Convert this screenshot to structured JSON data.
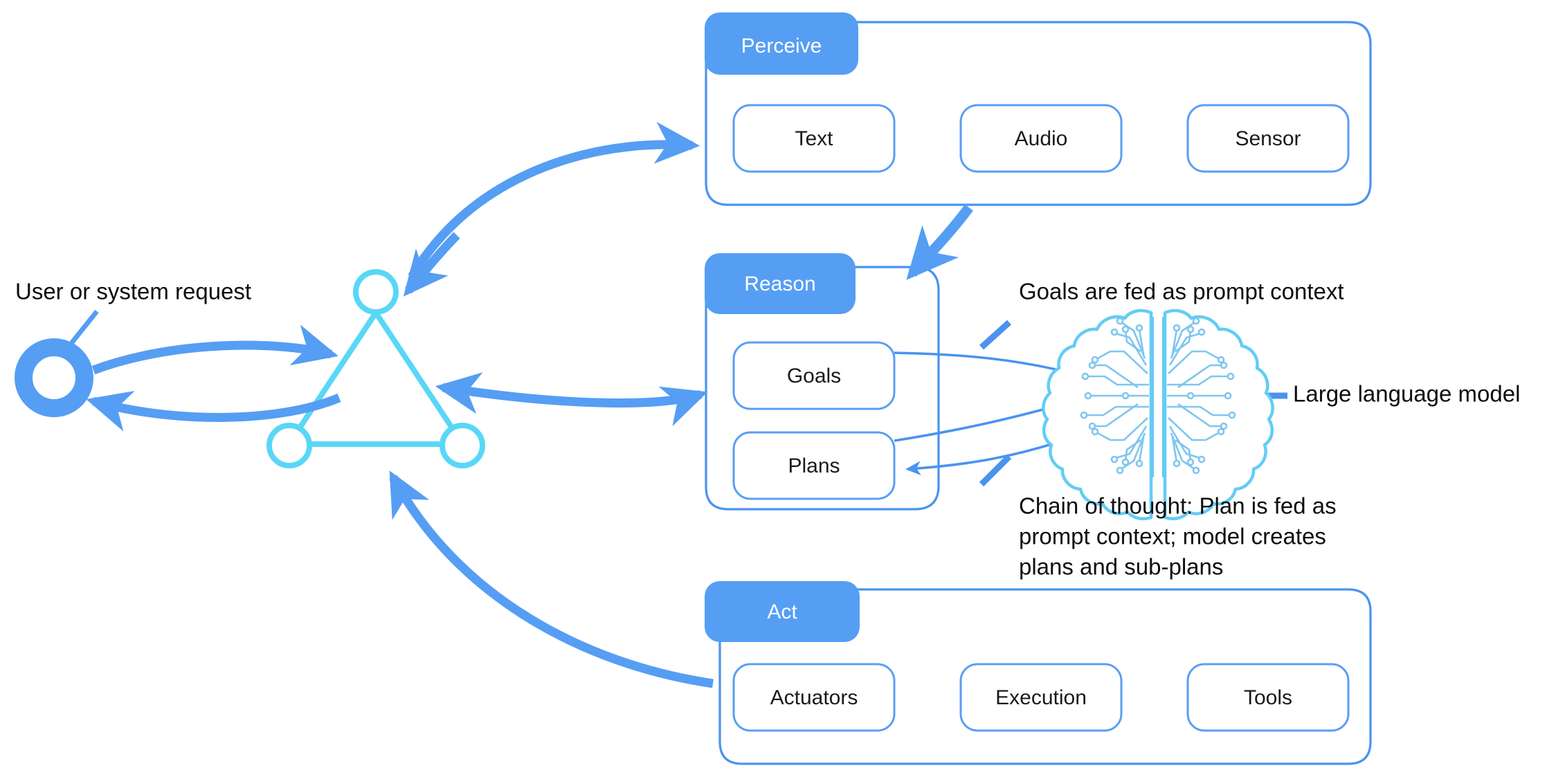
{
  "diagram": {
    "title": "Agent perceive-reason-act loop with large language model",
    "colors": {
      "accent_blue": "#559ef3",
      "stage_pill_fill": "#559ef3",
      "container_stroke": "#4a93ef",
      "chip_stroke": "#5a9ef4",
      "triangle_cyan": "#59d7f7",
      "brain_cyan": "#63ccf5",
      "brain_trace": "#7ec6ef",
      "text_dark": "#0d0d0d",
      "pill_text": "#ffffff",
      "background": "#ffffff"
    },
    "entry": {
      "label": "User or system request",
      "icon": "ring-donut-icon"
    },
    "agent": {
      "icon": "triangle-nodes-icon"
    },
    "llm": {
      "icon": "brain-circuit-icon",
      "label": "Large language model"
    },
    "stages": [
      {
        "id": "perceive",
        "label": "Perceive",
        "chips": [
          "Text",
          "Audio",
          "Sensor"
        ]
      },
      {
        "id": "reason",
        "label": "Reason",
        "chips": [
          "Goals",
          "Plans"
        ]
      },
      {
        "id": "act",
        "label": "Act",
        "chips": [
          "Actuators",
          "Execution",
          "Tools"
        ]
      }
    ],
    "annotations": [
      {
        "id": "goals-context",
        "lines": [
          "Goals are fed as prompt context"
        ]
      },
      {
        "id": "chain-of-thought",
        "lines": [
          "Chain of thought: Plan is fed as",
          "prompt context; model creates",
          "plans and sub-plans"
        ]
      }
    ]
  }
}
